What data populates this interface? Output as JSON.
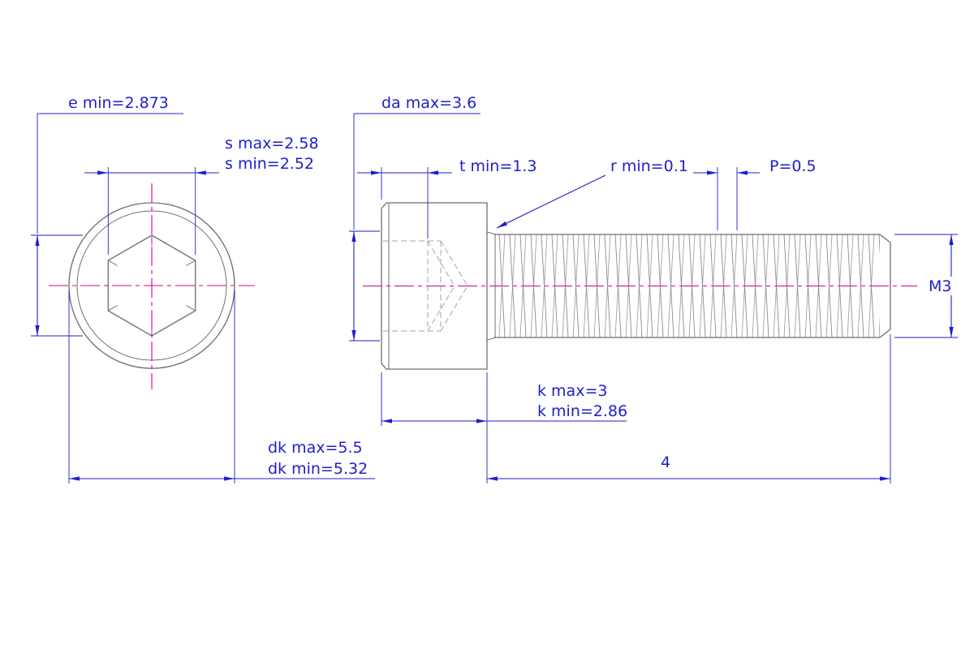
{
  "colors": {
    "dimension": "#1e1ec8",
    "centerline": "#d6008c",
    "outline": "#6e6e6e",
    "hidden": "#a3a3a3",
    "thread": "#8a8a8a",
    "background": "#ffffff"
  },
  "labels": {
    "e_min": "e min=2.873",
    "da_max": "da max=3.6",
    "s_max": "s max=2.58",
    "s_min": "s min=2.52",
    "t_min": "t min=1.3",
    "r_min": "r min=0.1",
    "pitch": "P=0.5",
    "thread_size": "M3",
    "k_max": "k max=3",
    "k_min": "k min=2.86",
    "dk_max": "dk max=5.5",
    "dk_min": "dk min=5.32",
    "length": "4"
  }
}
